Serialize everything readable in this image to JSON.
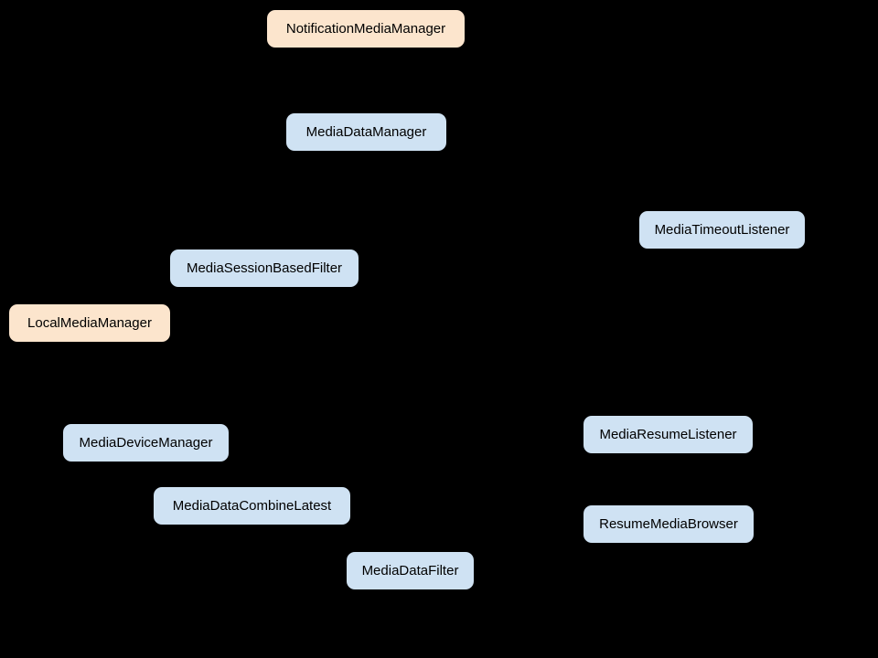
{
  "diagram": {
    "background_color": "#000000",
    "node_colors": {
      "peach": "#fce5cd",
      "blue": "#cfe2f3",
      "text": "#000000"
    },
    "nodes": [
      {
        "label": "NotificationMediaManager",
        "color": "peach"
      },
      {
        "label": "MediaDataManager",
        "color": "blue"
      },
      {
        "label": "MediaTimeoutListener",
        "color": "blue"
      },
      {
        "label": "MediaSessionBasedFilter",
        "color": "blue"
      },
      {
        "label": "LocalMediaManager",
        "color": "peach"
      },
      {
        "label": "MediaDeviceManager",
        "color": "blue"
      },
      {
        "label": "MediaResumeListener",
        "color": "blue"
      },
      {
        "label": "MediaDataCombineLatest",
        "color": "blue"
      },
      {
        "label": "ResumeMediaBrowser",
        "color": "blue"
      },
      {
        "label": "MediaDataFilter",
        "color": "blue"
      }
    ]
  }
}
